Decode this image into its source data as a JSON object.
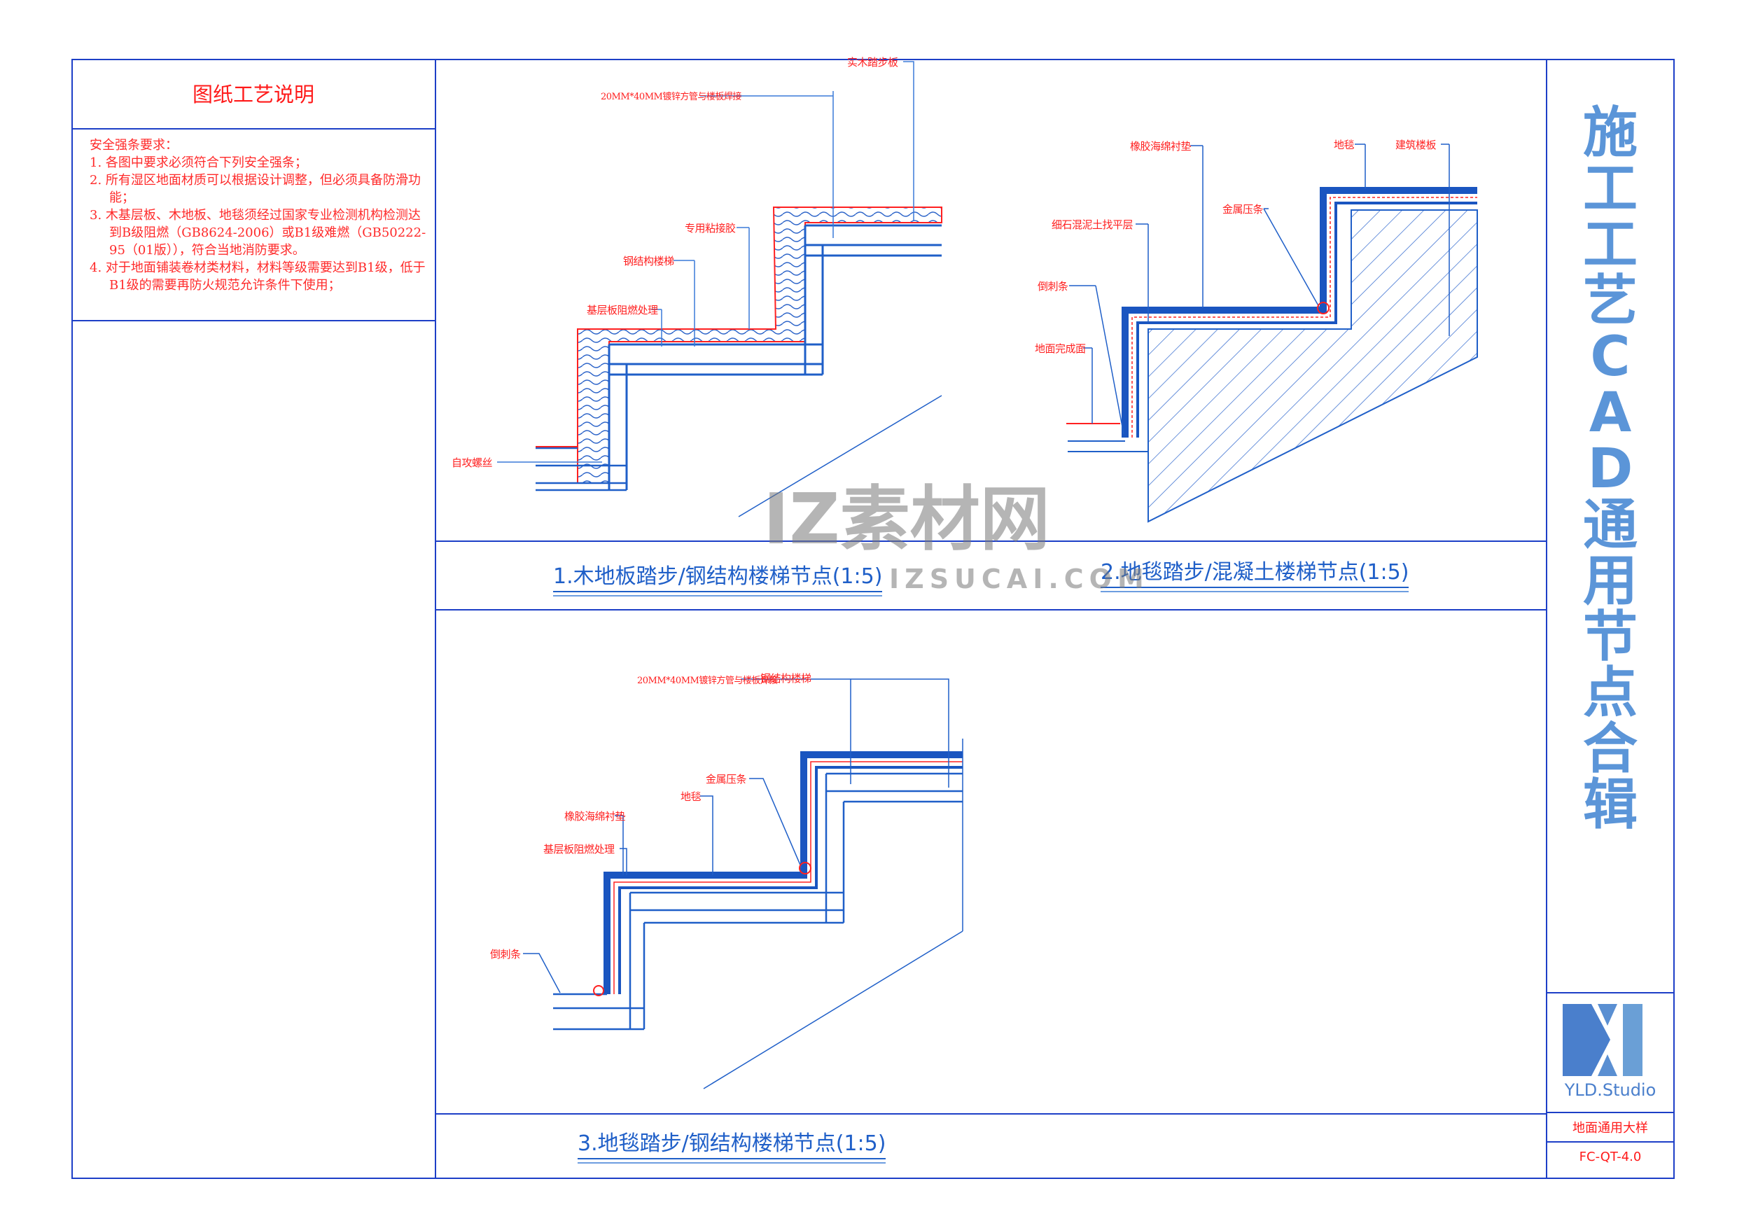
{
  "notes_panel": {
    "title": "图纸工艺说明",
    "heading": "安全强条要求：",
    "items": [
      "1.  各图中要求必须符合下列安全强条；",
      "2.  所有湿区地面材质可以根据设计调整，但必须具备防滑功能；",
      "3.  木基层板、木地板、地毯须经过国家专业检测机构检测达到B级阻燃（GB8624-2006）或B1级难燃（GB50222-95（01版）），符合当地消防要求。",
      "4.  对于地面铺装卷材类材料，材料等级需要达到B1级，低于B1级的需要再防火规范允许条件下使用；"
    ]
  },
  "drawings": [
    {
      "caption": "1.木地板踏步/钢结构楼梯节点(1:5)",
      "labels": [
        "实木踏步板",
        "20MM*40MM镀锌方管与楼板焊接",
        "专用粘接胶",
        "钢结构楼梯",
        "基层板阻燃处理",
        "自攻螺丝"
      ]
    },
    {
      "caption": "2.地毯踏步/混凝土楼梯节点(1:5)",
      "labels": [
        "橡胶海绵衬垫",
        "地毯",
        "建筑楼板",
        "金属压条",
        "细石混泥土找平层",
        "倒刺条",
        "地面完成面"
      ]
    },
    {
      "caption": "3.地毯踏步/钢结构楼梯节点(1:5)",
      "labels": [
        "20MM*40MM镀锌方管与楼板焊接",
        "钢结构楼梯",
        "金属压条",
        "地毯",
        "橡胶海绵衬垫",
        "基层板阻燃处理",
        "倒刺条"
      ]
    }
  ],
  "title_block": {
    "vertical_title": "施工工艺CAD通用节点合辑",
    "logo_text": "YLD.Studio",
    "drawing_name": "地面通用大样",
    "drawing_number": "FC-QT-4.0"
  },
  "watermark": {
    "main": "IZ素材网",
    "sub": "IZSUCAI.COM"
  },
  "colors": {
    "frame": "#1d3fc7",
    "annotation": "#ff2020",
    "caption": "#1f5fc8",
    "title": "#5b95d8"
  }
}
